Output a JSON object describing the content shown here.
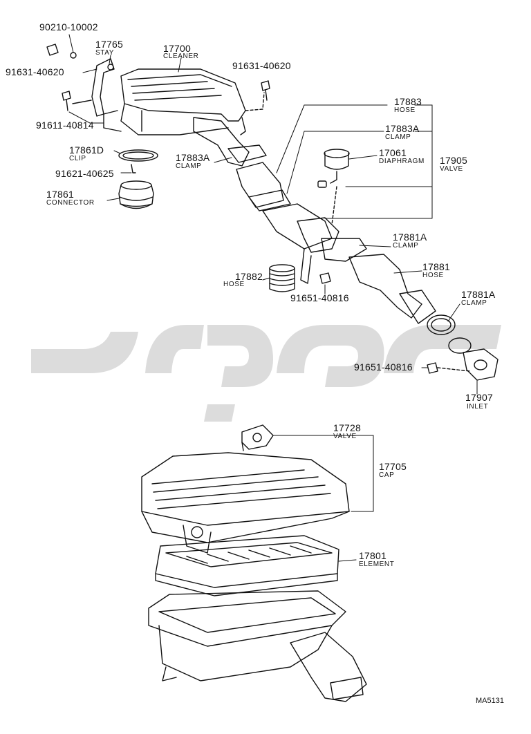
{
  "watermark": {
    "text": "ایران سوکا",
    "color": "#d9d9d9"
  },
  "labels": {
    "p90210": {
      "num": "90210-10002"
    },
    "p17765": {
      "num": "17765",
      "name": "STAY"
    },
    "p17700": {
      "num": "17700",
      "name": "CLEANER"
    },
    "p91631a": {
      "num": "91631-40620"
    },
    "p91631b": {
      "num": "91631-40620"
    },
    "p91611": {
      "num": "91611-40814"
    },
    "p17861D": {
      "num": "17861D",
      "name": "CLIP"
    },
    "p91621": {
      "num": "91621-40625"
    },
    "p17861": {
      "num": "17861",
      "name": "CONNECTOR"
    },
    "p17883": {
      "num": "17883",
      "name": "HOSE"
    },
    "p17883Aa": {
      "num": "17883A",
      "name": "CLAMP"
    },
    "p17883Ab": {
      "num": "17883A",
      "name": "CLAMP"
    },
    "p17061": {
      "num": "17061",
      "name": "DIAPHRAGM"
    },
    "p17905": {
      "num": "17905",
      "name": "VALVE"
    },
    "p17881Aa": {
      "num": "17881A",
      "name": "CLAMP"
    },
    "p17881": {
      "num": "17881",
      "name": "HOSE"
    },
    "p17882": {
      "num": "17882",
      "name": "HOSE"
    },
    "p91651a": {
      "num": "91651-40816"
    },
    "p17881Ab": {
      "num": "17881A",
      "name": "CLAMP"
    },
    "p91651b": {
      "num": "91651-40816"
    },
    "p17907": {
      "num": "17907",
      "name": "INLET"
    },
    "p17728": {
      "num": "17728",
      "name": "VALVE"
    },
    "p17705": {
      "num": "17705",
      "name": "CAP"
    },
    "p17801": {
      "num": "17801",
      "name": "ELEMENT"
    }
  },
  "figure_code": "MA5131"
}
